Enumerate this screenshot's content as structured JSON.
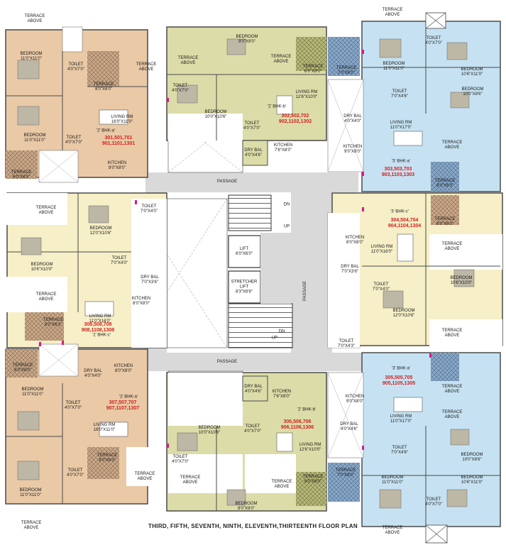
{
  "title": "THIRD, FIFTH, SEVENTH, NINTH, ELEVENTH,THIRTEENTH FLOOR PLAN",
  "colors": {
    "tan": "#e9c9a6",
    "cream": "#f6efc7",
    "olive": "#dcdca8",
    "blue": "#c6e2f2",
    "corridor": "#d9d9d9",
    "unit_text": "#d21f1f"
  },
  "core": {
    "passage_top": "PASSAGE",
    "passage_bottom": "PASSAGE",
    "passage_right": "PASSAGE",
    "lift": "LIFT\n6'0\"X6'0\"",
    "stretcher_lift": "STRETCHER\nLIFT\n8'3\"X6'6\"",
    "dn_top": "DN",
    "up_top": "UP",
    "dn_bottom": "DN",
    "up_bottom": "UP"
  },
  "units": {
    "u301": "301,501,701\n901,1101,1301",
    "u302": "302,502,702\n902,1102,1302",
    "u303": "303,503,703\n903,1103,1303",
    "u304": "304,504,704\n904,1104,1304",
    "u305": "305,505,705\n905,1105,1305",
    "u306": "306,506,706\n906,1106,1306",
    "u307": "307,507,707\n907,1107,1307",
    "u308": "308,508,708\n908,1108,1308"
  },
  "types": {
    "t301": "'2' BHK-a'",
    "t302": "'2' BHK-b'",
    "t303": "'3' BHK-a'",
    "t304": "'3' BHK-c'",
    "t305": "'3' BHK-a'",
    "t306": "'2' BHK-b'",
    "t307": "'2' BHK-a'",
    "t308": "'2' BHK-c'"
  },
  "labels": {
    "tl_terrace_above": "TERRACE\nABOVE",
    "tl_bed1": "BEDROOM\n11'0\"X11'0\"",
    "tl_toilet1": "TOILET\n4'0\"X7'0\"",
    "tl_terrace1": "TERRACE\n8'0\"X6'0\"",
    "tl_living": "LIVING RM\n16'0\"X11'0\"",
    "tl_bed2": "BEDROOM\n11'0\"X11'0\"",
    "tl_toilet2": "TOILET\n4'0\"X7'0\"",
    "tl_kitchen": "KITCHEN\n8'0\"X8'0\"",
    "tl_terrace2": "TERRACE\n6'0\"X8'0\"",
    "tl_terrace_above2": "TERRACE\nABOVE",
    "tm_bed1": "BEDROOM\n9'0\"X9'0\"",
    "tm_terrace_above1": "TERRACE\nABOVE",
    "tm_terrace_above2": "TERRACE\nABOVE",
    "tm_terrace": "TERRACE\n6'0\"X8'0\"",
    "tm_toilet1": "TOILET\n4'0\"X7'0\"",
    "tm_bed2": "BEDROOM\n10'0\"X10'6\"",
    "tm_living": "LIVING RM\n12'6\"X10'0\"",
    "tm_toilet2": "TOILET\n4'0\"X7'0\"",
    "tm_drybal": "DRY BAL\n4'0\"X4'6\"",
    "tm_kitchen": "KITCHEN\n7'6\"X8'0\"",
    "tr_terrace_above": "TERRACE\nABOVE",
    "tr_toilet1": "TOILET\n4'0\"X7'0\"",
    "tr_terrace1": "TERRACE\n7'0\"X8'0\"",
    "tr_bed1": "BEDROOM\n11'0\"X11'0\"",
    "tr_bed2": "BEDROOM\n10'6\"X11'0\"",
    "tr_bed3": "BEDROOM\n10'0\"X8'6\"",
    "tr_toilet2": "TOILET\n7'0\"X4'6\"",
    "tr_drybal": "DRY BAL\n4'0\"X4'0\"",
    "tr_living": "LIVING RM\n11'0\"X17'0\"",
    "tr_kitchen": "KITCHEN\n9'0\"X8'0\"",
    "tr_terrace_above2": "TERRACE\nABOVE",
    "tr_terrace2": "TERRACE\n8'0\"X6'3\"",
    "ml_terrace_above1": "TERRACE\nABOVE",
    "ml_bed1": "BEDROOM\n12'0\"X10'6\"",
    "ml_toilet1": "TOILET\n7'0\"X4'0\"",
    "ml_bed2": "BEDROOM\n10'6\"X10'0\"",
    "ml_toilet2": "TOILET\n7'0\"X4'0\"",
    "ml_drybal": "DRY BAL\n7'0\"X3'6\"",
    "ml_kitchen": "KITCHEN\n8'0\"X8'0\"",
    "ml_terrace_above2": "TERRACE\nABOVE",
    "ml_living": "LIVING RM\n11'0\"X16'0\"",
    "ml_terrace": "TERRACE\n8'0\"X6'3\"",
    "mr_terrace": "TERRACE\n8'0\"X6'3\"",
    "mr_kitchen": "KITCHEN\n8'0\"X8'0\"",
    "mr_living": "LIVING RM\n11'0\"X16'0\"",
    "mr_terrace_above1": "TERRACE\nABOVE",
    "mr_drybal": "DRY BAL\n7'0\"X3'6\"",
    "mr_toilet1": "TOILET\n7'0\"X4'0\"",
    "mr_bed1": "BEDROOM\n10'6\"X10'0\"",
    "mr_bed2": "BEDROOM\n12'0\"X10'6\"",
    "mr_toilet2": "TOILET\n7'0\"X4'3\"",
    "mr_terrace_above2": "TERRACE\nABOVE",
    "bl_terrace1": "TERRACE\n6'0\"X8'0\"",
    "bl_drybal": "DRY BAL\n4'0\"X4'0\"",
    "bl_kitchen": "KITCHEN\n8'0\"X8'0\"",
    "bl_bed1": "BEDROOM\n11'0\"X11'0\"",
    "bl_toilet1": "TOILET\n4'0\"X7'0\"",
    "bl_living": "LIVING RM\n16'0\"X11'0\"",
    "bl_terrace2": "TERRACE\n8'0\"X6'0\"",
    "bl_toilet2": "TOILET\n4'0\"X7'0\"",
    "bl_bed2": "BEDROOM\n11'0\"X11'0\"",
    "bl_terrace_above1": "TERRACE\nABOVE",
    "bl_terrace_above2": "TERRACE\nABOVE",
    "bm_drybal": "DRY BAL\n4'0\"X4'6\"",
    "bm_kitchen": "KITCHEN\n7'6\"X8'0\"",
    "bm_toilet1": "TOILET\n4'0\"X7'0\"",
    "bm_bed1": "BEDROOM\n10'0\"X10'6\"",
    "bm_living": "LIVING RM\n12'6\"X10'0\"",
    "bm_toilet2": "TOILET\n4'0\"X7'0\"",
    "bm_terrace_above1": "TERRACE\nABOVE",
    "bm_terrace_above2": "TERRACE\nABOVE",
    "bm_terrace": "TERRACE\n6'0\"X8'0\"",
    "bm_bed2": "BEDROOM\n9'0\"X9'0\"",
    "br_kitchen": "KITCHEN\n9'0\"X8'0\"",
    "br_drybal": "DRY BAL\n4'0\"X4'6\"",
    "br_living": "LIVING RM\n11'0\"X17'0\"",
    "br_toilet1": "TOILET\n7'0\"X4'6\"",
    "br_bed1": "BEDROOM\n10'0\"X8'6\"",
    "br_bed2": "BEDROOM\n11'0\"X11'0\"",
    "br_bed3": "BEDROOM\n10'6\"X11'0\"",
    "br_terrace1": "TERRACE\n7'0\"X8'0\"",
    "br_toilet2": "TOILET\n4'0\"X7'0\"",
    "br_terrace_above1": "TERRACE\nABOVE",
    "br_terrace_above2": "TERRACE\nABOVE",
    "br_terrace_above3": "TERRACE\nABOVE"
  }
}
